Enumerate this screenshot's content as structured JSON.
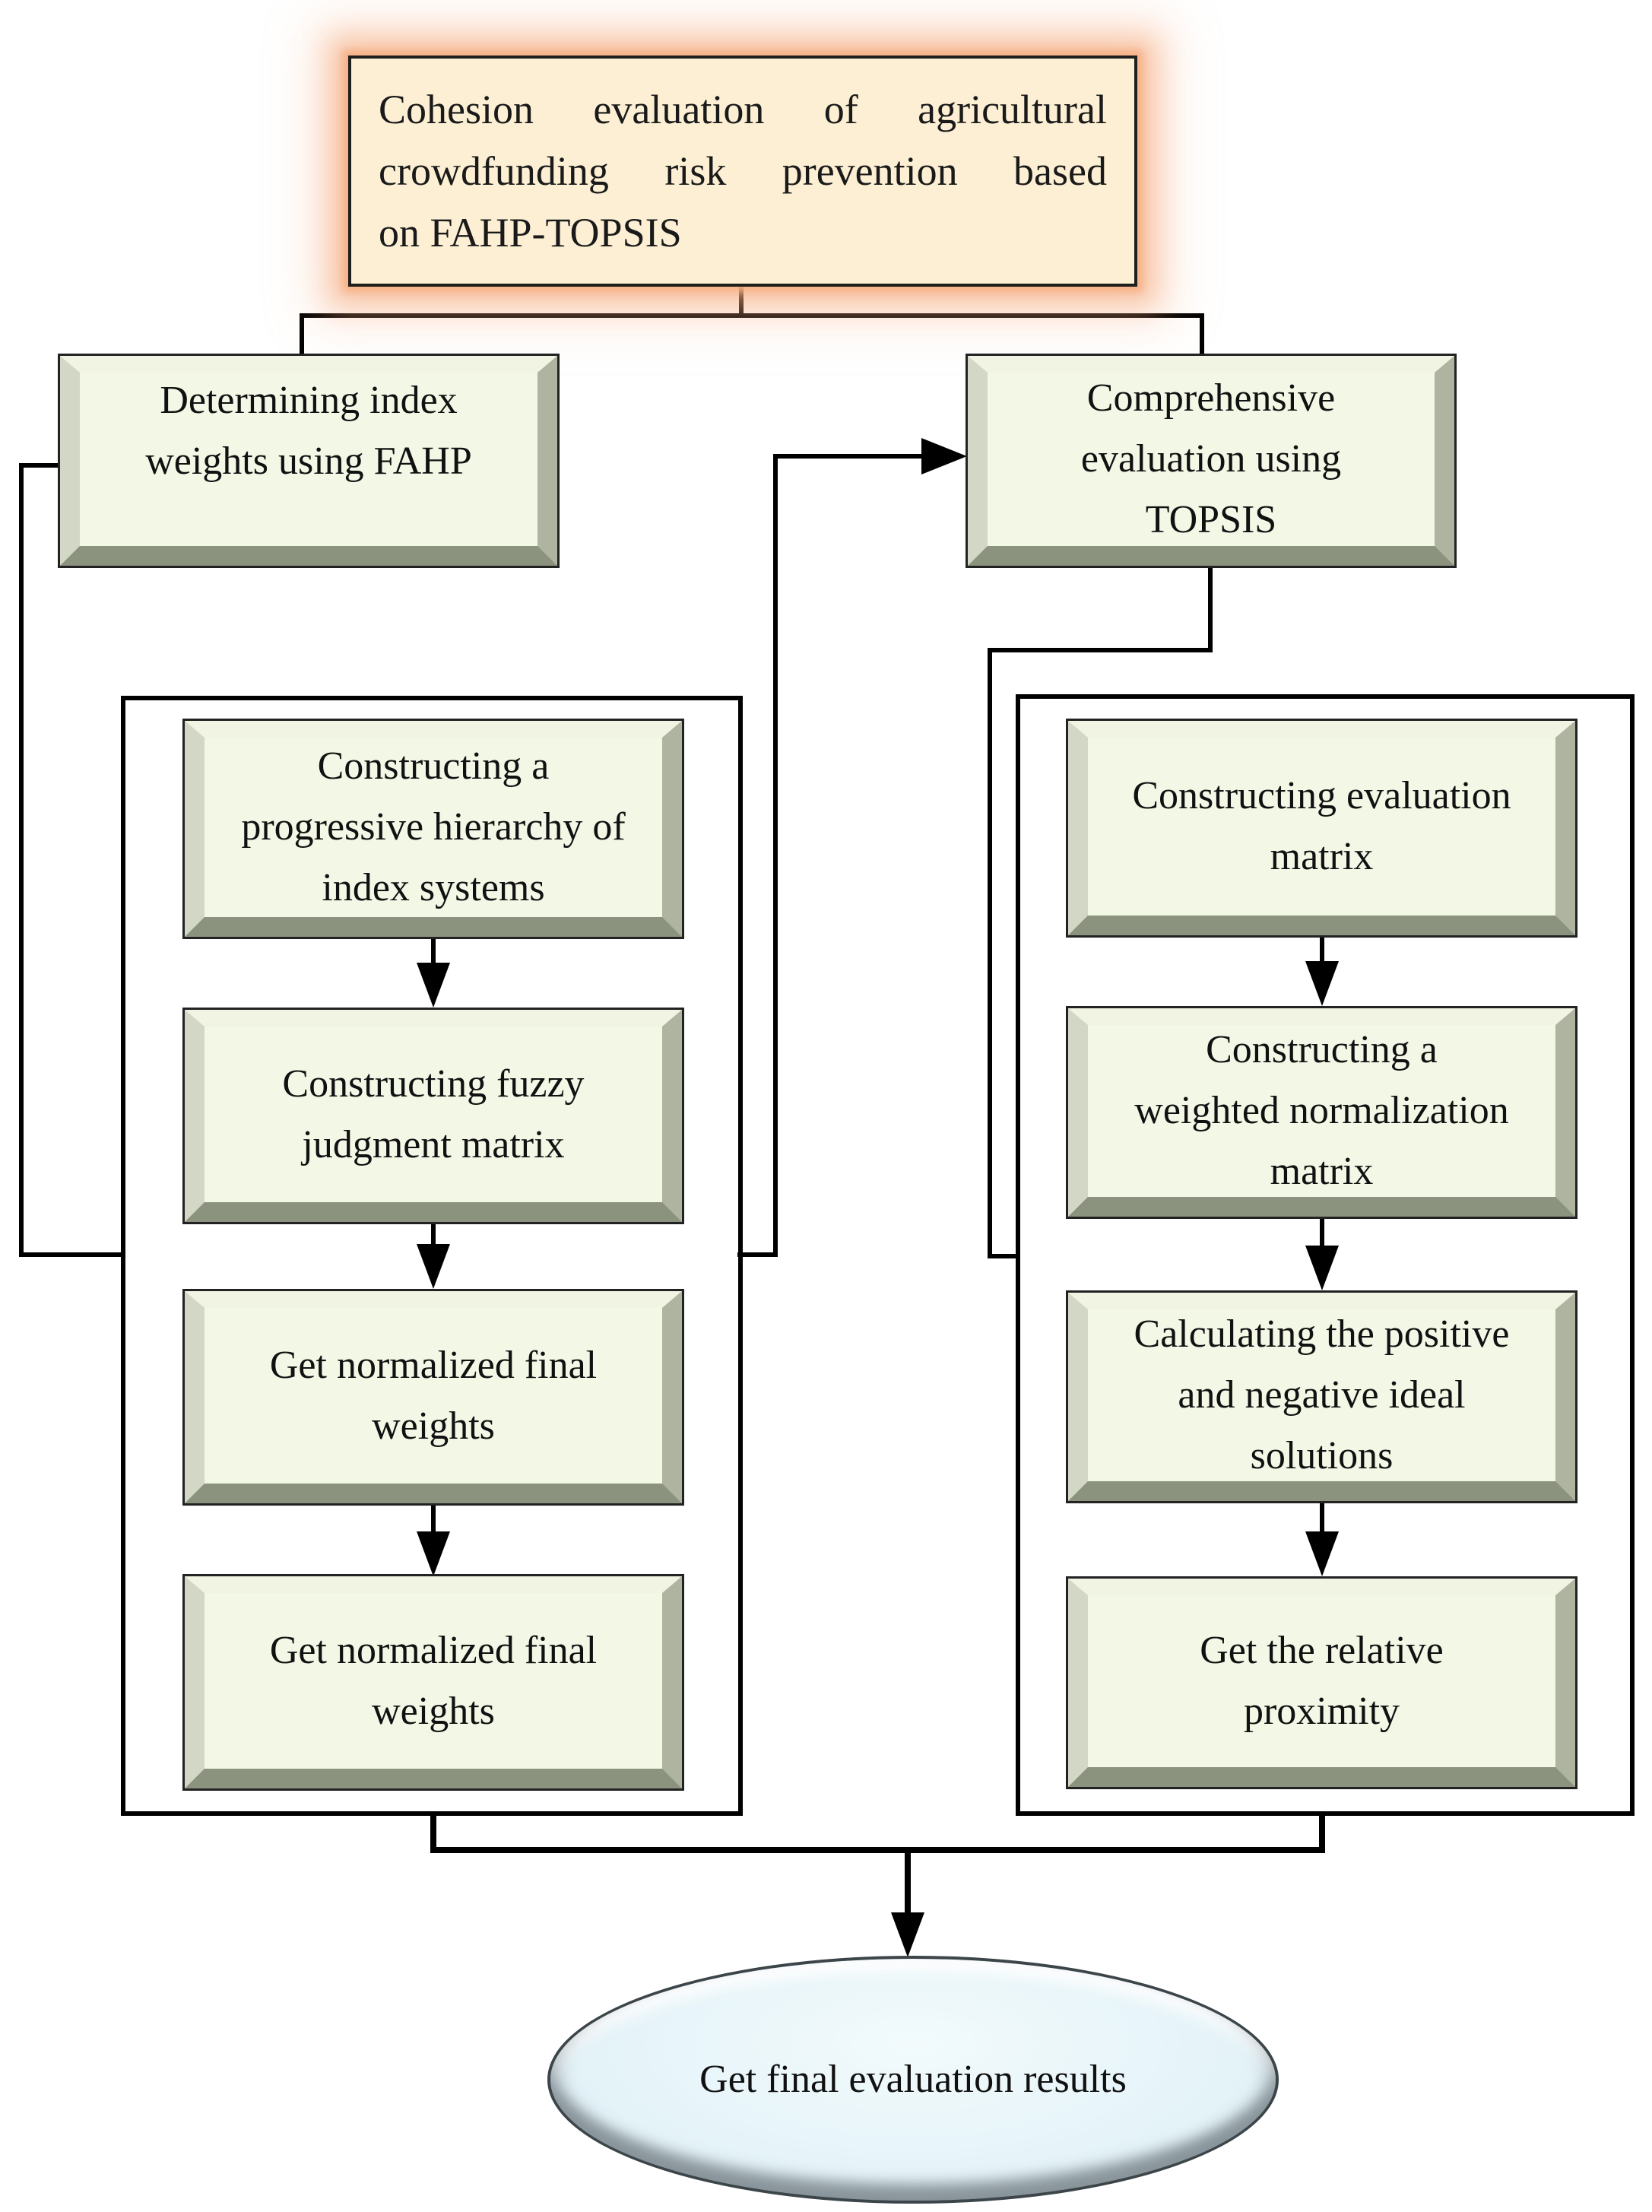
{
  "flowchart": {
    "title": {
      "lines": [
        "Cohesion evaluation of agricultural",
        "crowdfunding risk prevention based",
        "on FAHP-TOPSIS"
      ]
    },
    "left_branch": {
      "label": "Determining index\nweights using FAHP"
    },
    "right_branch": {
      "label": "Comprehensive\nevaluation using\nTOPSIS"
    },
    "left_steps": [
      {
        "label": "Constructing a\nprogressive hierarchy of\nindex systems"
      },
      {
        "label": "Constructing fuzzy\njudgment matrix"
      },
      {
        "label": "Get normalized final\nweights"
      },
      {
        "label": "Get normalized final\nweights"
      }
    ],
    "right_steps": [
      {
        "label": "Constructing evaluation\nmatrix"
      },
      {
        "label": "Constructing a\nweighted normalization\nmatrix"
      },
      {
        "label": "Calculating the positive\nand negative ideal\nsolutions"
      },
      {
        "label": "Get the relative\nproximity"
      }
    ],
    "result": {
      "label": "Get final evaluation results"
    },
    "colors": {
      "title_fill": "#FCEFD4",
      "title_glow": "#F5A878",
      "node_fill": "#F3F7E6",
      "bevel_shadow": "#8B927D",
      "ellipse_fill": "#E6F4F9",
      "line": "#000000"
    }
  }
}
